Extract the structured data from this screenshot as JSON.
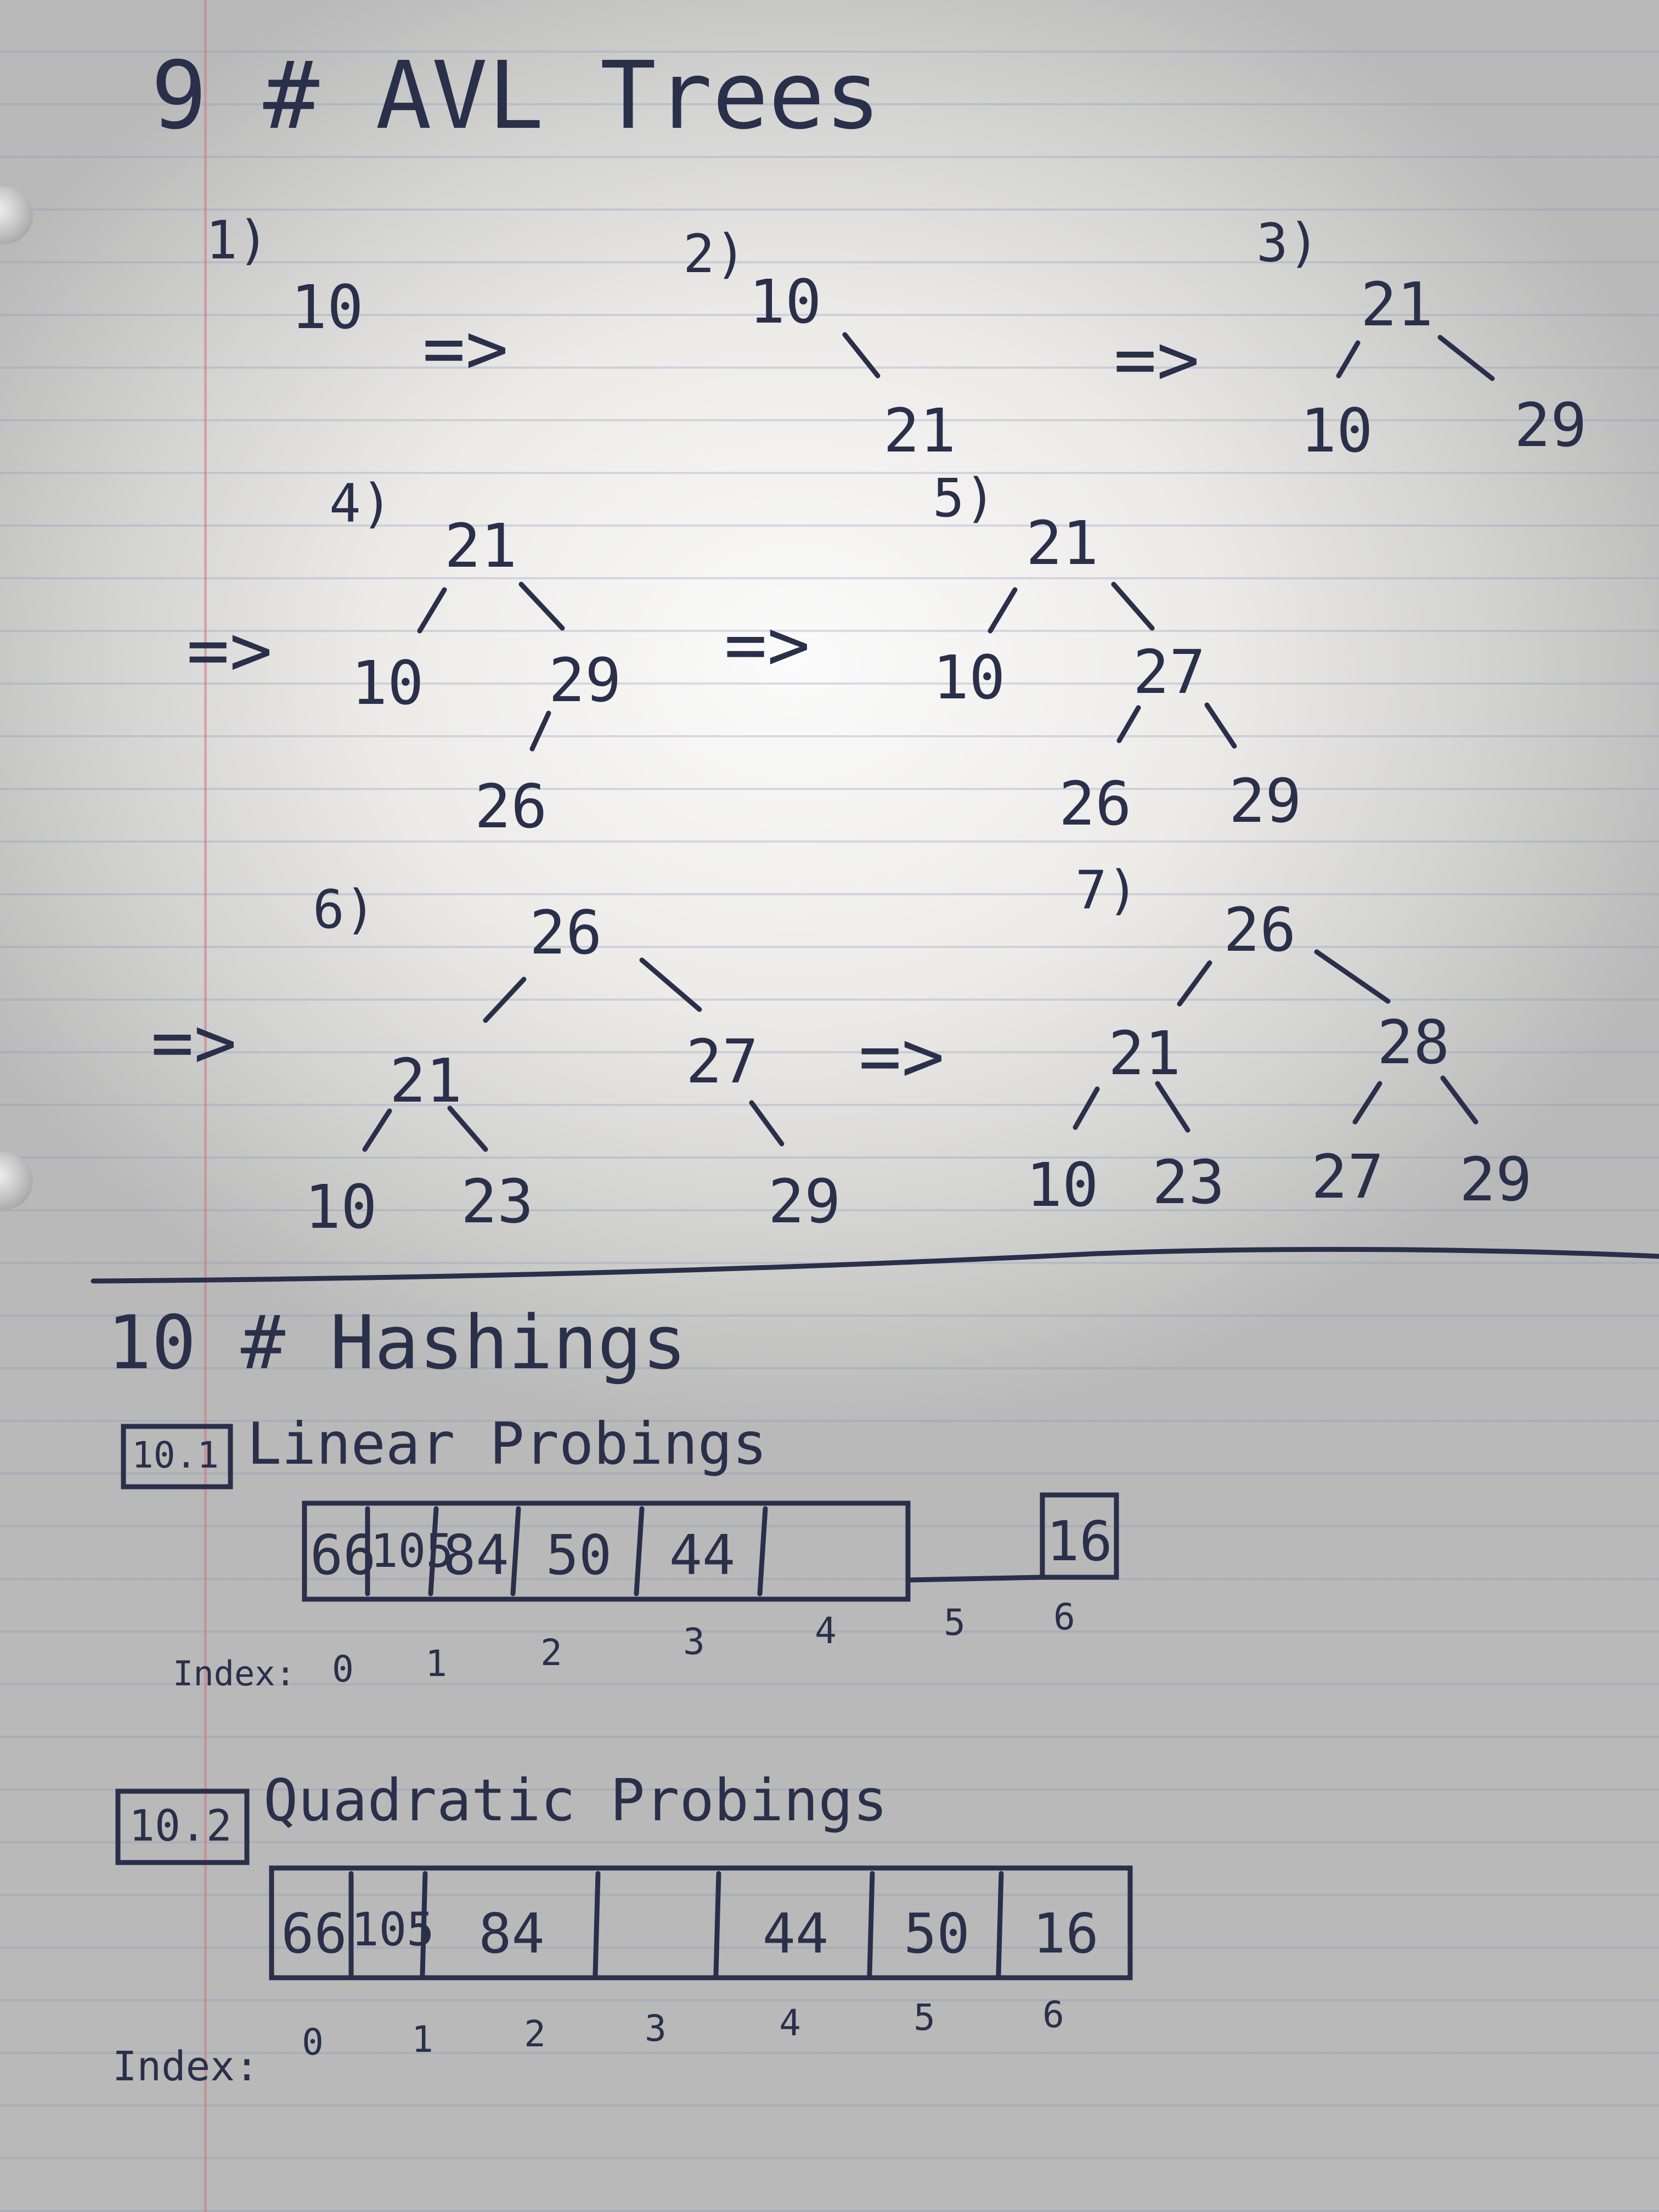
{
  "avl": {
    "heading": "9 # AVL Trees",
    "steps": [
      {
        "label": "1)",
        "nodes": [
          "10"
        ]
      },
      {
        "label": "2)",
        "nodes": [
          "10",
          "21"
        ]
      },
      {
        "label": "3)",
        "nodes": [
          "21",
          "10",
          "29"
        ]
      },
      {
        "label": "4)",
        "nodes": [
          "21",
          "10",
          "29",
          "26"
        ]
      },
      {
        "label": "5)",
        "nodes": [
          "21",
          "10",
          "27",
          "26",
          "29"
        ]
      },
      {
        "label": "6)",
        "nodes": [
          "26",
          "21",
          "27",
          "10",
          "23",
          "29"
        ]
      },
      {
        "label": "7)",
        "nodes": [
          "26",
          "21",
          "28",
          "10",
          "23",
          "27",
          "29"
        ]
      }
    ],
    "arrow": "=>"
  },
  "hashing": {
    "heading": "10 # Hashings",
    "linear": {
      "tag": "10.1",
      "title": "Linear Probings",
      "cells": [
        "66",
        "105",
        "84",
        "50",
        "44",
        "",
        "16"
      ],
      "index_label": "Index:",
      "indices": [
        "0",
        "1",
        "2",
        "3",
        "4",
        "5",
        "6"
      ]
    },
    "quadratic": {
      "tag": "10.2",
      "title": "Quadratic Probings",
      "cells": [
        "66",
        "105",
        "84",
        "",
        "44",
        "50",
        "16"
      ],
      "index_label": "Index:",
      "indices": [
        "0",
        "1",
        "2",
        "3",
        "4",
        "5",
        "6"
      ]
    }
  },
  "colors": {
    "ink": "#2a2f4a",
    "margin": "#cd7882",
    "ruling": "#8c96b9"
  }
}
